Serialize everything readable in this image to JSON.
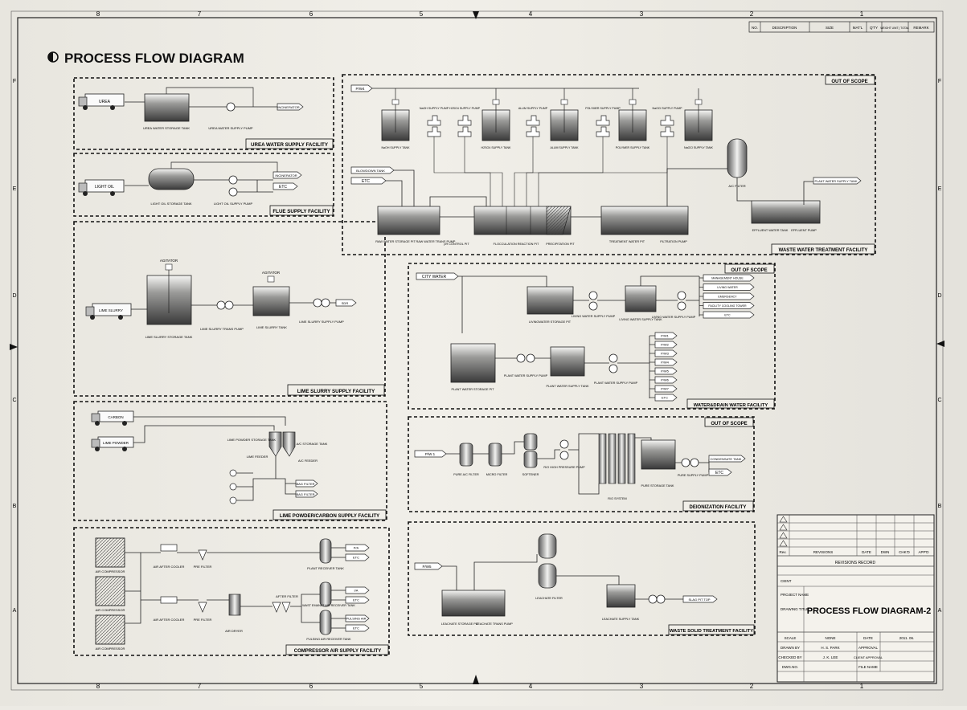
{
  "page_title": "PROCESS FLOW DIAGRAM",
  "border": {
    "top_zones": [
      "8",
      "7",
      "6",
      "5",
      "4",
      "3",
      "2",
      "1"
    ],
    "bottom_zones": [
      "8",
      "7",
      "6",
      "5",
      "4",
      "3",
      "2",
      "1"
    ],
    "side_zones": [
      "F",
      "E",
      "D",
      "C",
      "B",
      "A"
    ]
  },
  "parts_header": [
    "NO.",
    "DESCRIPTION",
    "SIZE",
    "MAT'L",
    "Q'TY",
    "WEIGHT UNIT | TOTAL",
    "REMARK"
  ],
  "urea": {
    "title": "UREA WATER SUPPLY FACILITY",
    "truck": "UREA",
    "tank": "UREA WATER STORAGE TANK",
    "pump": "UREA WATER SUPPLY PUMP",
    "dest": "INCINERATOR"
  },
  "flue": {
    "title": "FLUE SUPPLY FACILITY",
    "truck": "LIGHT OIL",
    "tank": "LIGHT OIL STORAGE TANK",
    "pump": "LIGHT OIL SUPPLY PUMP",
    "dest1": "INCINERATOR",
    "dest2": "ETC"
  },
  "lime": {
    "title": "LIME SLURRY SUPPLY FACILITY",
    "agitator1": "AGITATOR",
    "agitator2": "AGITATOR",
    "truck": "LIME SLURRY",
    "tank1": "LIME SLURRY STORAGE TANK",
    "pump1": "LIME SLURRY TRANS PUMP",
    "tank2": "LIME SLURRY TANK",
    "pump2": "LIME SLURRY SUPPLY PUMP",
    "dest": "SDR"
  },
  "powder": {
    "title": "LIME POWDER/CARBON SUPPLY FACILITY",
    "truck1": "CARBON",
    "truck2": "LIME POWDER",
    "tank1": "LIME POWDER STORAGE TANK",
    "tank2": "A/C STORAGE TANK",
    "feeder1": "LIME FEEDER",
    "feeder2": "A/C FEEDER",
    "dest1": "BAG FILTER",
    "dest2": "BAG FILTER"
  },
  "air": {
    "title": "COMPRESSOR AIR SUPPLY FACILITY",
    "compressors": [
      "AIR COMPRESSOR",
      "AIR COMPRESSOR",
      "AIR COMPRESSOR"
    ],
    "cooler1": "AIR AFTER COOLER",
    "cooler2": "AIR AFTER COOLER",
    "pre1": "PRE FILTER",
    "pre2": "PRE FILTER",
    "dryer": "AIR DRYER",
    "after": "AFTER FILTER",
    "tank1": "PLANT RECEIVER TANK",
    "tank2": "WAST EMANAT AIR RECEIVER TANK",
    "tank3": "PULSING AIR RECEIVER TANK",
    "dests": [
      "P/A",
      "ETC",
      "I/A",
      "ETC",
      "PULSING AIR",
      "ETC"
    ]
  },
  "wwt": {
    "title": "WASTE WATER TREATMENT FACILITY",
    "scope": "OUT OF SCOPE",
    "pw": "P/W4",
    "blowdown": "BLOWDOWN TANK",
    "etc": "ETC",
    "chem_pumps": [
      "NaOH SUPPLY PUMP",
      "H2SO4 SUPPLY PUMP",
      "ALUM SUPPLY PUMP",
      "POLYMER SUPPLY PUMP",
      "NaOCl SUPPLY PUMP"
    ],
    "chem_tanks": [
      "NaOH SUPPLY TANK",
      "H2SO4 SUPPLY TANK",
      "ALUM SUPPLY TANK",
      "POLYMER SUPPLY TANK",
      "NaOCl SUPPLY TANK"
    ],
    "pits": [
      "RAW WATER STORAGE PIT",
      "RAW WATER TRANS PUMP",
      "pH CONTROL PIT",
      "FLOCCULATION REACTION PIT",
      "PRECIPITATION PIT",
      "TREATMENT WATER PIT",
      "FILTRATION PUMP"
    ],
    "ac_filter": "A/C FILTER",
    "effluent_tank": "EFFLUENT WATER TANK",
    "effluent_pump": "EFFLUENT PUMP",
    "dest": "PLANT WATER SUPPLY TANK"
  },
  "city": {
    "title": "WATER&DRAIN WATER FACILITY",
    "scope": "OUT OF SCOPE",
    "source": "CITY WATER",
    "living_storage": "LIVINGWATER STORAGE PIT",
    "living_pump1": "LIVING WATER SUPPLY PUMP",
    "living_tank": "LIVING WATER SUPPLY TANK",
    "living_pump2": "LIVING WATER SUPPLY PUMP",
    "living_dests": [
      "MANAGEMENT HOUSE",
      "LIVING WATER",
      "EMERGENCY",
      "FACILITY COOLING TOWER",
      "ETC"
    ],
    "plant_storage": "PLANT WATER STORAGE PIT",
    "plant_pump1": "PLANT WATER SUPPLY PUMP",
    "plant_tank": "PLANT WATER SUPPLY TANK",
    "plant_pump2": "PLANT WATER SUPPLY PUMP",
    "plant_dests": [
      "P/W1",
      "P/W2",
      "P/W3",
      "P/W4",
      "P/W5",
      "P/W6",
      "P/W7",
      "ETC"
    ]
  },
  "deion": {
    "title": "DEIONIZATION FACILITY",
    "scope": "OUT OF SCOPE",
    "source": "P/W 1",
    "labels": [
      "PURE A/C FILTER",
      "MICRO FILTER",
      "SOFTENER",
      "R/O HIGH PRESSURE PUMP",
      "R/O SYSTEM",
      "PURE STORAGE TANK",
      "PURE SUPPLY PUMP"
    ],
    "dest1": "CONDENSATE TANK",
    "dest2": "ETC"
  },
  "leach": {
    "title": "WASTE SOLID TREATMENT FACILITY",
    "source": "P/W5",
    "storage": "LEACHATE STORAGE PIT",
    "trans": "LEACHATE TRANS PUMP",
    "filter": "LEACHATE FILTER",
    "tank": "LEACHATE SUPPLY TANK",
    "dest": "SLAG PIT TOP"
  },
  "title_block": {
    "rev_header": [
      "Rev.",
      "REVISIONS",
      "DATE",
      "DWN",
      "CHK'D",
      "APP'D"
    ],
    "rev_record": "REVISIONS  RECORD",
    "client_label": "CIENT",
    "project_label": "PROJECT NAME",
    "drawing_label": "DRAWING TITLE",
    "drawing_title": "PROCESS FLOW DIAGRAM-2",
    "scale_label": "SCALE",
    "scale_value": "NONE",
    "date_label": "DATE",
    "date_value": "2011. 06.",
    "drawn_label": "DRAWN BY",
    "drawn_value": "H. S. PARK",
    "approval_label": "APPROVAL",
    "checked_label": "CHECKED BY",
    "checked_value": "J. K. LEE",
    "client_approval_label": "CLIENT APPROVAL",
    "dwg_label": "DWG.NO.",
    "file_label": "FILE NAME"
  }
}
